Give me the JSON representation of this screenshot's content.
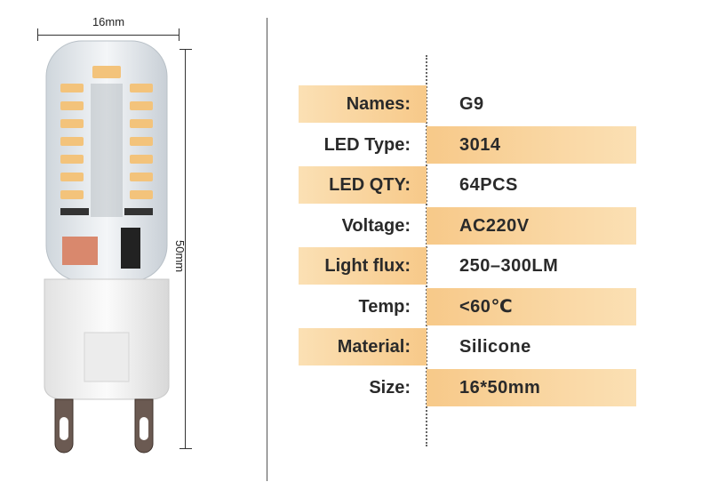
{
  "dimensions": {
    "width_label": "16mm",
    "height_label": "50mm"
  },
  "specs": [
    {
      "key": "Names:",
      "value": "G9"
    },
    {
      "key": "LED Type:",
      "value": "3014"
    },
    {
      "key": "LED QTY:",
      "value": "64PCS"
    },
    {
      "key": "Voltage:",
      "value": "AC220V"
    },
    {
      "key": "Light flux:",
      "value": "250–300LM"
    },
    {
      "key": "Temp:",
      "value": "<60℃"
    },
    {
      "key": "Material:",
      "value": "Silicone"
    },
    {
      "key": "Size:",
      "value": "16*50mm"
    }
  ],
  "colors": {
    "band_light": "#fbe0b4",
    "band_dark": "#f7c989",
    "text": "#2a2a2a"
  }
}
